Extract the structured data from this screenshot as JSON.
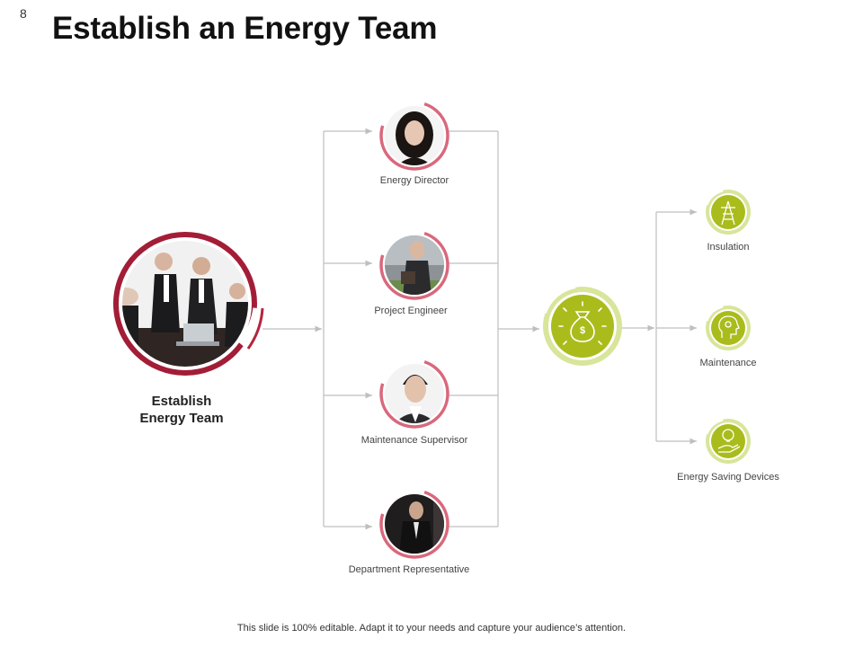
{
  "slide_number": "8",
  "title": "Establish an Energy Team",
  "main": {
    "label_line1": "Establish",
    "label_line2": "Energy Team"
  },
  "roles": [
    {
      "label": "Energy Director",
      "icon": "person-photo"
    },
    {
      "label": "Project Engineer",
      "icon": "person-photo"
    },
    {
      "label": "Maintenance Supervisor",
      "icon": "person-photo"
    },
    {
      "label": "Department Representative",
      "icon": "person-photo"
    }
  ],
  "center_icon": "money-bag-icon",
  "outcomes": [
    {
      "label": "Insulation",
      "icon": "tower-icon"
    },
    {
      "label": "Maintenance",
      "icon": "brain-gear-icon"
    },
    {
      "label": "Energy Saving Devices",
      "icon": "bulb-hand-icon"
    }
  ],
  "footer": "This slide is 100% editable. Adapt it to your needs and capture your audience’s attention.",
  "colors": {
    "accent_red": "#b5253f",
    "ring_pink": "#d9687c",
    "accent_green": "#a9bc1c",
    "ring_green": "#d8e59a",
    "connector": "#bfbfbf"
  }
}
